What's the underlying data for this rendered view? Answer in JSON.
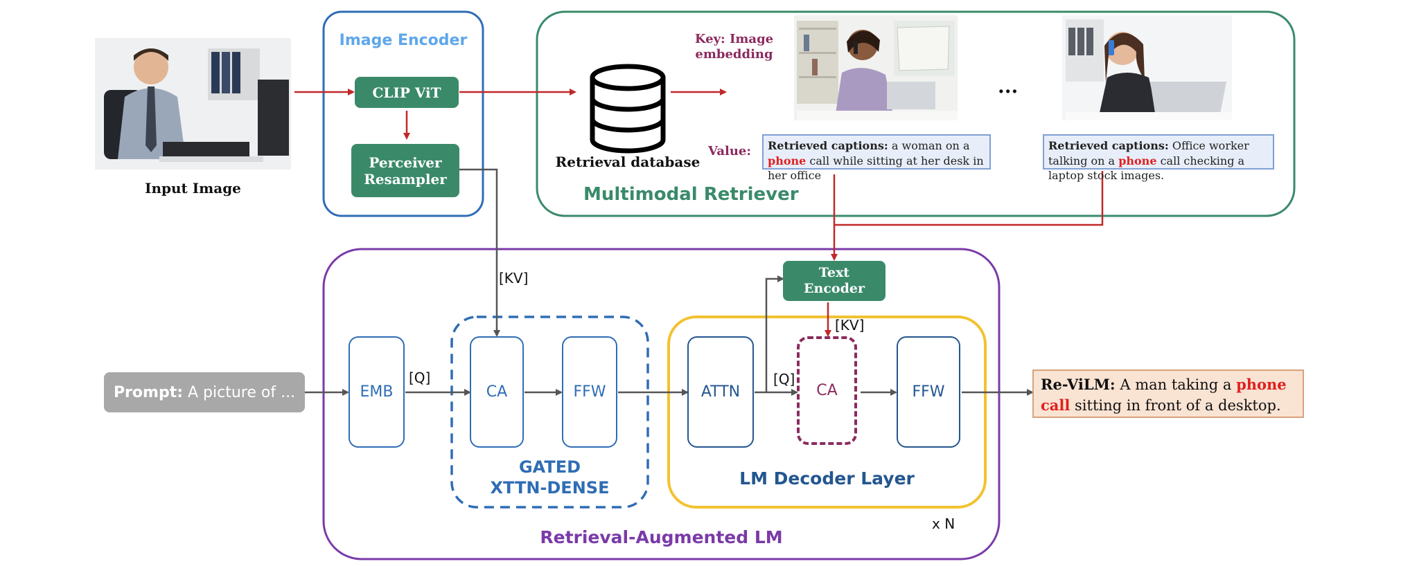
{
  "input_image": {
    "label": "Input Image"
  },
  "image_encoder": {
    "title": "Image Encoder",
    "clip": "CLIP ViT",
    "perceiver_line1": "Perceiver",
    "perceiver_line2": "Resampler"
  },
  "retriever": {
    "title": "Multimodal Retriever",
    "database_label": "Retrieval database",
    "key_line1": "Key: Image",
    "key_line2": "embedding",
    "value_label": "Value:",
    "ellipsis": "...",
    "caption1": {
      "prefix": "Retrieved captions:",
      "before": " a woman on a ",
      "highlight": "phone",
      "after": " call while sitting at her desk in her office"
    },
    "caption2": {
      "prefix": "Retrieved captions:",
      "before": " Office worker talking on a ",
      "highlight": "phone",
      "after": " call checking a laptop stock images."
    }
  },
  "text_encoder": {
    "line1": "Text",
    "line2": "Encoder"
  },
  "lm": {
    "title": "Retrieval-Augmented LM",
    "emb": "EMB",
    "q1": "[Q]",
    "kv1": "[KV]",
    "gated_ca": "CA",
    "gated_ffw": "FFW",
    "gated_line1": "GATED",
    "gated_line2": "XTTN-DENSE",
    "attn": "ATTN",
    "q2": "[Q]",
    "kv2": "[KV]",
    "decoder_ca": "CA",
    "decoder_ffw": "FFW",
    "decoder_label": "LM Decoder Layer",
    "repeat": "x N"
  },
  "prompt": {
    "bold": "Prompt:",
    "text": " A picture of ..."
  },
  "output": {
    "bold": "Re-ViLM:",
    "before": " A man taking a ",
    "highlight": "phone call",
    "after": " sitting in front of a desktop."
  },
  "colors": {
    "encoder_blue": "#2f6db5",
    "retriever_green": "#3a8a6a",
    "lm_purple": "#7a3aa8",
    "decoder_yellow": "#f2c230",
    "arrow_red": "#c0282a",
    "key_maroon": "#8b2a5e",
    "output_bg": "#f9e3d3",
    "output_border": "#d8a27a",
    "prompt_gray": "#a8a8a8"
  },
  "icons": [
    "database-icon",
    "photo-man-at-desk",
    "photo-woman-on-phone-1",
    "photo-woman-on-phone-2"
  ]
}
